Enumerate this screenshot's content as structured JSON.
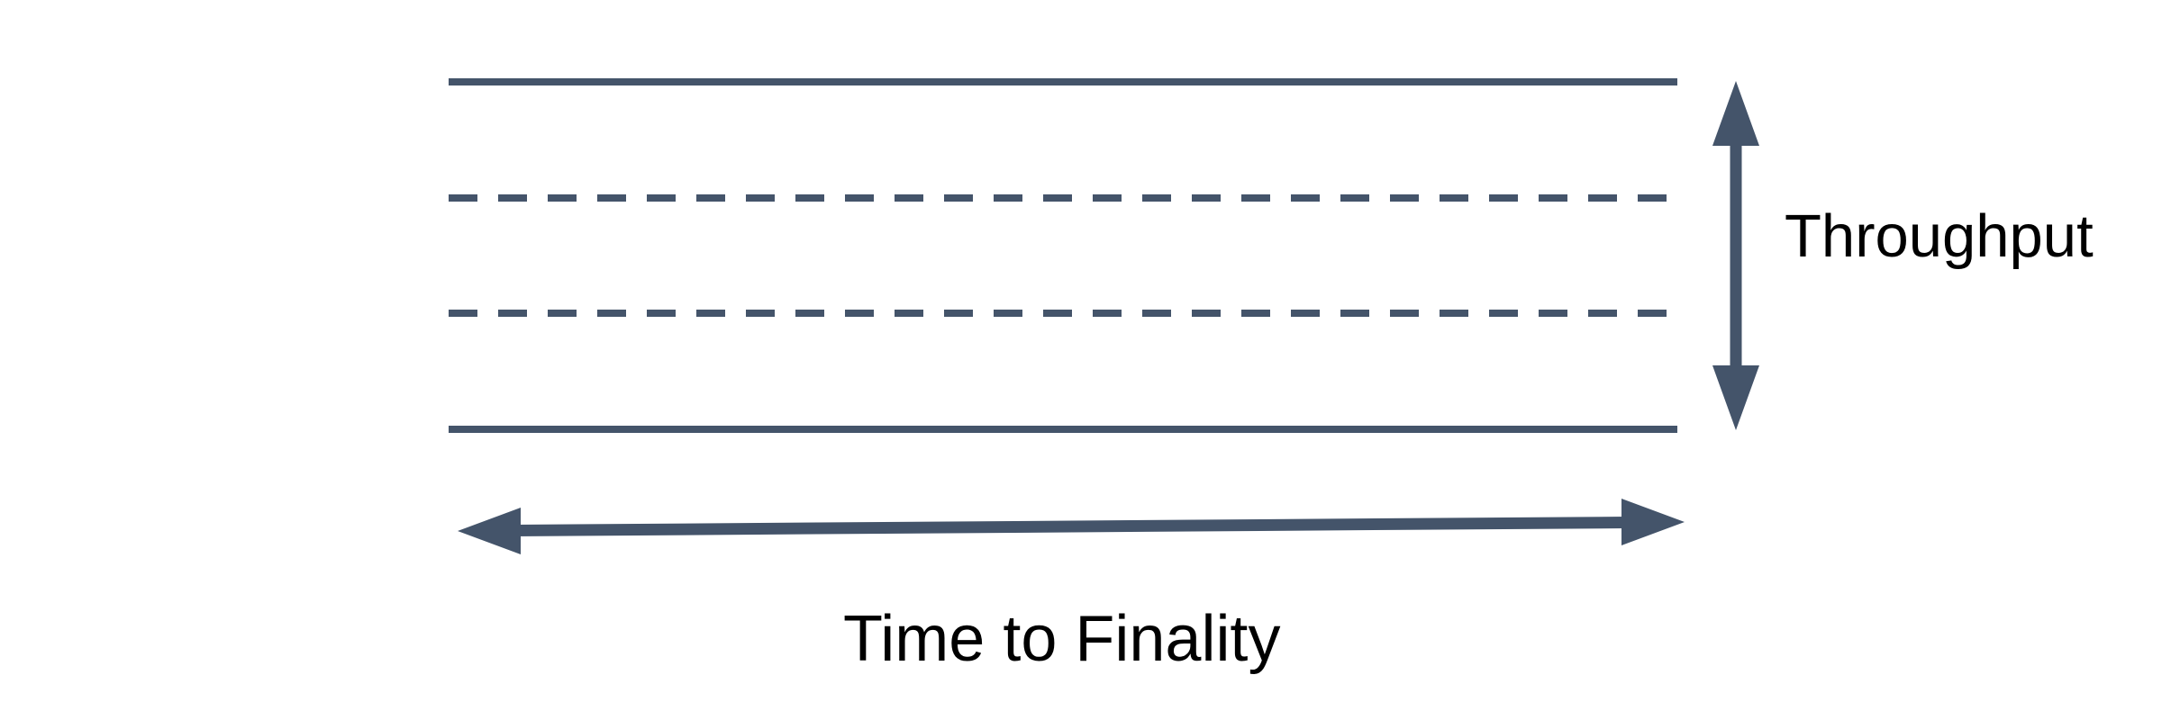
{
  "colors": {
    "line": "#44546A",
    "text": "#000000",
    "background": "#FFFFFF"
  },
  "diagram": {
    "type": "blockchain-lanes-tradeoff-diagram",
    "vertical_axis": {
      "label": "Throughput"
    },
    "horizontal_axis": {
      "label": "Time to Finality"
    },
    "lanes": [
      {
        "position": "top",
        "style": "solid"
      },
      {
        "position": "upper-middle",
        "style": "dashed"
      },
      {
        "position": "lower-middle",
        "style": "dashed"
      },
      {
        "position": "bottom",
        "style": "solid"
      }
    ]
  }
}
